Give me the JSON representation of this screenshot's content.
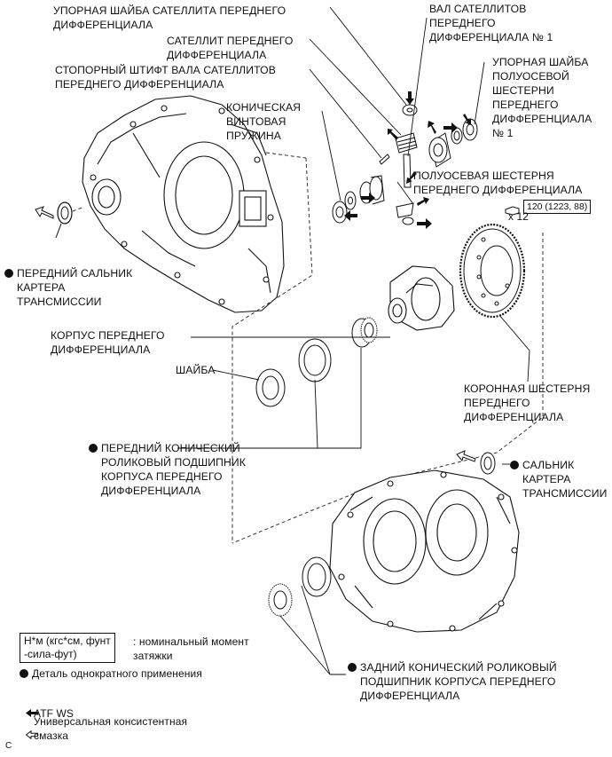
{
  "labels": {
    "thrust_washer_pinion": "УПОРНАЯ ШАЙБА САТЕЛЛИТА ПЕРЕДНЕГО\nДИФФЕРЕНЦИАЛА",
    "pinion_gear": "САТЕЛЛИТ ПЕРЕДНЕГО\nДИФФЕРЕНЦИАЛА",
    "pinion_shaft_pin": "СТОПОРНЫЙ ШТИФТ ВАЛА САТЕЛЛИТОВ\nПЕРЕДНЕГО ДИФФЕРЕНЦИАЛА",
    "pinion_shaft": "ВАЛ САТЕЛЛИТОВ\nПЕРЕДНЕГО\nДИФФЕРЕНЦИАЛА № 1",
    "side_gear_thrust_washer": "УПОРНАЯ ШАЙБА\nПОЛУОСЕВОЙ\nШЕСТЕРНИ\nПЕРЕДНЕГО\nДИФФЕРЕНЦИАЛА\n№ 1",
    "conical_spring": "КОНИЧЕСКАЯ\nВИНТОВАЯ\nПРУЖИНА",
    "side_gear": "ПОЛУОСЕВАЯ ШЕСТЕРНЯ\nПЕРЕДНЕГО ДИФФЕРЕНЦИАЛА",
    "front_oil_seal": "ПЕРЕДНИЙ САЛЬНИК\nКАРТЕРА\nТРАНСМИССИИ",
    "diff_case": "КОРПУС ПЕРЕДНЕГО\nДИФФЕРЕНЦИАЛА",
    "washer": "ШАЙБА",
    "ring_gear": "КОРОННАЯ ШЕСТЕРНЯ\nПЕРЕДНЕГО\nДИФФЕРЕНЦИАЛА",
    "front_bearing": "ПЕРЕДНИЙ КОНИЧЕСКИЙ\nРОЛИКОВЫЙ ПОДШИПНИК\nКОРПУСА ПЕРЕДНЕГО\nДИФФЕРЕНЦИАЛА",
    "case_oil_seal": "САЛЬНИК\nКАРТЕРА\nТРАНСМИССИИ",
    "rear_bearing": "ЗАДНИЙ КОНИЧЕСКИЙ РОЛИКОВЫЙ\nПОДШИПНИК КОРПУСА ПЕРЕДНЕГО\nДИФФЕРЕНЦИАЛА"
  },
  "torque": {
    "value": "120 (1223, 88)",
    "count": "x 12"
  },
  "legend": {
    "unit_box": "Н*м (кгс*см, фунт\n-сила-фут)",
    "unit_desc": ": номинальный момент\nзатяжки",
    "non_reusable": "Деталь однократного применения",
    "atf": "ATF WS",
    "grease": "Универсальная консистентная\nсмазка"
  },
  "figure_code": "C"
}
